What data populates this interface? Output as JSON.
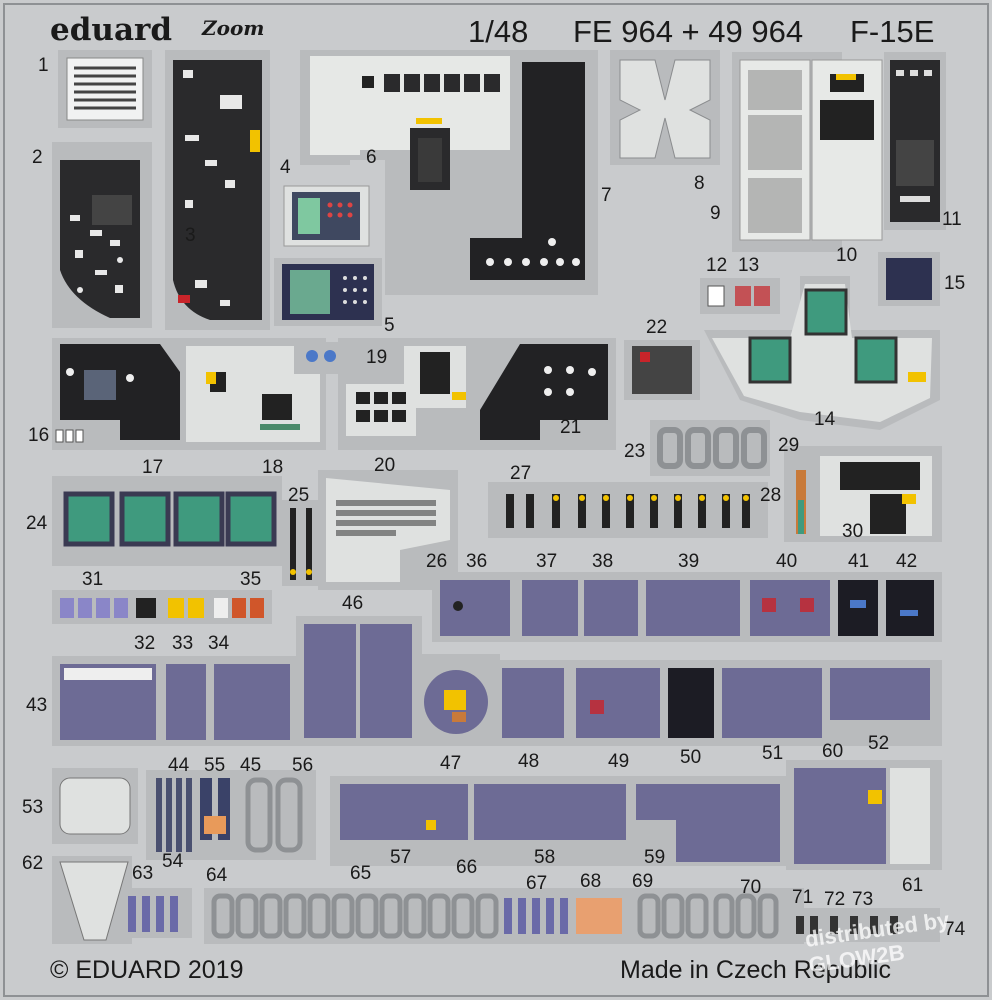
{
  "header": {
    "brand": "eduard",
    "line": "Zoom",
    "scale": "1/48",
    "set_code": "FE 964 + 49 964",
    "aircraft": "F-15E"
  },
  "footer": {
    "copyright": "© EDUARD 2019",
    "origin": "Made in Czech Republic",
    "watermark": "distributed by GLOW2B"
  },
  "colors": {
    "fret": "#c9cbcd",
    "panel": "#dfe1e0",
    "black_panel": "#222224",
    "purple_panel": "#6d6b95",
    "screen_green": "#3f9a7e",
    "frame": "#9ea1a4",
    "warning_yellow": "#f2c200",
    "warning_red": "#c8242a"
  },
  "parts": [
    "1",
    "2",
    "3",
    "4",
    "5",
    "6",
    "7",
    "8",
    "9",
    "10",
    "11",
    "12",
    "13",
    "14",
    "15",
    "16",
    "17",
    "18",
    "19",
    "20",
    "21",
    "22",
    "23",
    "24",
    "25",
    "26",
    "27",
    "28",
    "29",
    "30",
    "31",
    "32",
    "33",
    "34",
    "35",
    "36",
    "37",
    "38",
    "39",
    "40",
    "41",
    "42",
    "43",
    "44",
    "45",
    "46",
    "47",
    "48",
    "49",
    "50",
    "51",
    "52",
    "53",
    "54",
    "55",
    "56",
    "57",
    "58",
    "59",
    "60",
    "61",
    "62",
    "63",
    "64",
    "65",
    "66",
    "67",
    "68",
    "69",
    "70",
    "71",
    "72",
    "73",
    "74"
  ]
}
